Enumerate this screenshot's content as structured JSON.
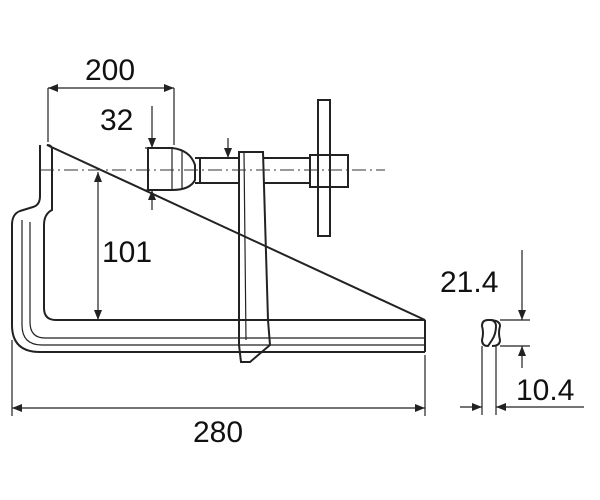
{
  "dimensions": {
    "opening_width": "200",
    "spindle_dia": "32",
    "throat_depth": "101",
    "bar_length": "280",
    "bar_height": "21.4",
    "bar_thickness": "10.4"
  },
  "colors": {
    "ink": "#222222",
    "background": "#ffffff"
  }
}
